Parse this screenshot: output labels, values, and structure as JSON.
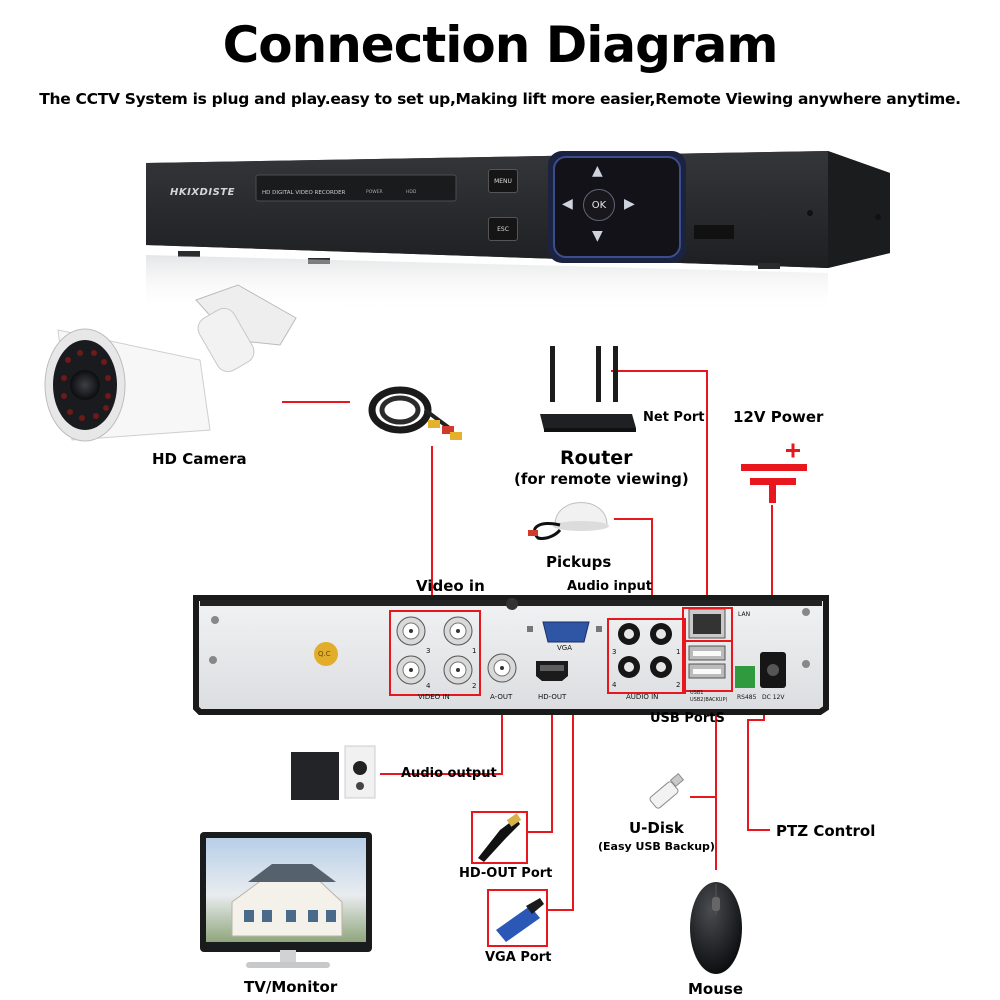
{
  "header": {
    "title": "Connection Diagram",
    "subtitle": "The CCTV System is plug and play.easy to set up,Making lift more easier,Remote Viewing anywhere anytime."
  },
  "dvr_front": {
    "brand": "HKIXDISTE",
    "model_text": "HD DIGITAL VIDEO RECORDER",
    "power_text": "POWER",
    "hdd_text": "HDD",
    "menu_button": "MENU",
    "esc_button": "ESC",
    "ok_button": "OK"
  },
  "devices": {
    "camera": "HD Camera",
    "router": "Router",
    "router_note": "(for remote viewing)",
    "net_port": "Net Port",
    "power": "12V Power",
    "pickups": "Pickups",
    "audio_output": "Audio output",
    "hd_out_port": "HD-OUT Port",
    "vga_port": "VGA Port",
    "tv_monitor": "TV/Monitor",
    "udisk": "U-Disk",
    "udisk_note": "(Easy USB Backup)",
    "mouse": "Mouse",
    "ptz": "PTZ Control"
  },
  "dvr_back": {
    "video_in_header": "Video in",
    "audio_input_header": "Audio input",
    "usb_ports_label": "USB PortS",
    "video_in_label": "VIDEO IN",
    "audio_in_label": "AUDIO IN",
    "a_out_label": "A-OUT",
    "hd_out_label": "HD-OUT",
    "vga_label": "VGA",
    "lan_label": "LAN",
    "usb1_label": "USB1",
    "usb2_label": "USB2(BACKUP)",
    "rs485_label": "RS485",
    "dc_label": "DC 12V",
    "qc_label": "Q.C",
    "ch": [
      "1",
      "2",
      "3",
      "4"
    ]
  },
  "colors": {
    "connector_red": "#e8171e",
    "dvr_body": "#2b2d30",
    "panel_gray": "#e6e7e8"
  }
}
